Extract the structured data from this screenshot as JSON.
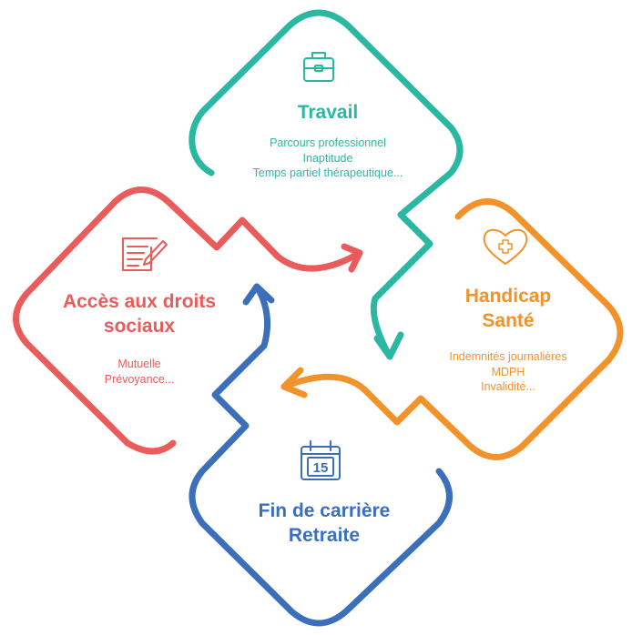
{
  "colors": {
    "travail": "#2bb8a3",
    "sante": "#f2922a",
    "droits": "#ea5b5b",
    "retraite": "#3b6fba"
  },
  "sections": {
    "travail": {
      "icon": "briefcase-icon",
      "title": "Travail",
      "lines": [
        "Parcours professionnel",
        "Inaptitude",
        "Temps partiel thérapeutique..."
      ]
    },
    "sante": {
      "icon": "heart-cross-icon",
      "title_lines": [
        "Handicap",
        "Santé"
      ],
      "lines": [
        "Indemnités journalières",
        "MDPH",
        "Invalidité..."
      ]
    },
    "droits": {
      "icon": "document-pen-icon",
      "title_lines": [
        "Accès aux droits",
        "sociaux"
      ],
      "lines": [
        "Mutuelle",
        "Prévoyance..."
      ]
    },
    "retraite": {
      "icon": "calendar-icon",
      "calendar_day": "15",
      "title_lines": [
        "Fin de carrière",
        "Retraite"
      ]
    }
  }
}
